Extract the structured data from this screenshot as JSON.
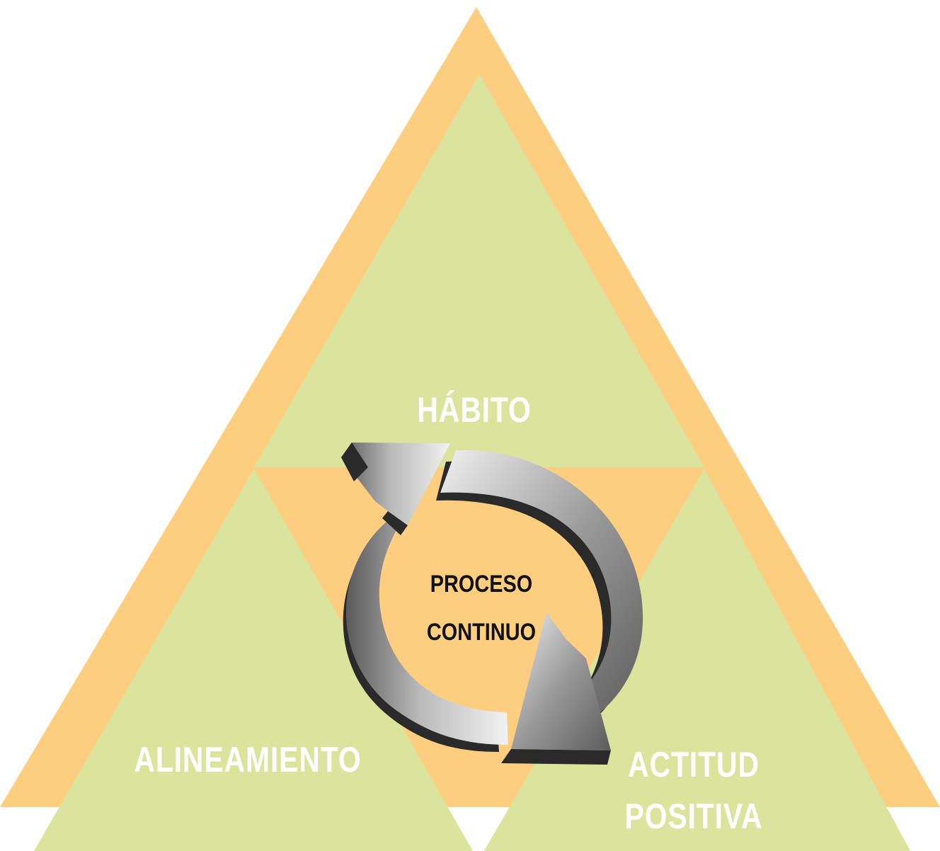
{
  "labels": {
    "top": "HÁBITO",
    "bottom_left": "ALINEAMIENTO",
    "bottom_right_line1": "ACTITUD",
    "bottom_right_line2": "POSITIVA"
  },
  "center": {
    "line1": "PROCESO",
    "line2": "CONTINUO"
  },
  "icons": {
    "cycle": "circular-arrows-icon"
  },
  "colors": {
    "outer_triangle": "#FDCE80",
    "inner_triangles": "#DBE49C",
    "label_text": "#FFFFFF",
    "center_text": "#111111",
    "arrow_light": "#E6E6E6",
    "arrow_dark": "#2A2A2A"
  }
}
